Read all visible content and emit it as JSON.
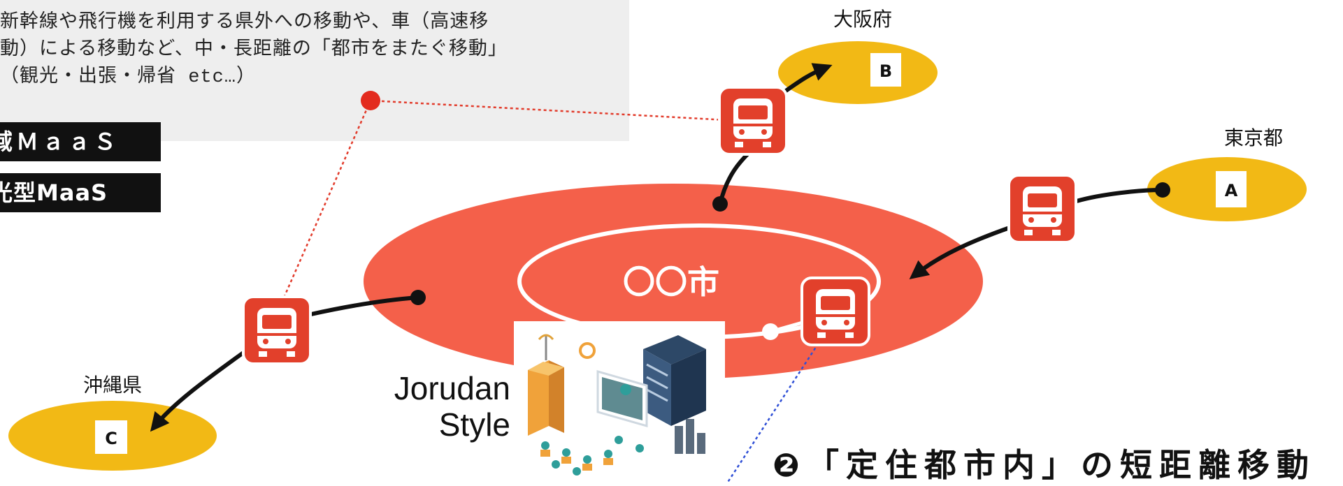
{
  "top_box": {
    "lines": [
      "新幹線や飛行機を利用する県外への移動や、車（高速移",
      "動）による移動など、中・長距離の「都市をまたぐ移動」",
      "（観光・出張・帰省 etc…）"
    ],
    "tags": [
      "域ＭａａＳ",
      "光型MaaS"
    ]
  },
  "center_city": "〇〇市",
  "cities": [
    {
      "id": "osaka",
      "name": "大阪府",
      "letter": "B"
    },
    {
      "id": "tokyo",
      "name": "東京都",
      "letter": "A"
    },
    {
      "id": "okinawa",
      "name": "沖縄県",
      "letter": "C"
    }
  ],
  "brand": {
    "line1": "Jorudan",
    "line2": "Style"
  },
  "bottom_caption": "❷「定住都市内」の短距離移動",
  "colors": {
    "city_core": "#f4604a",
    "destination": "#f2b915",
    "train_badge": "#e2402b",
    "textbox_bg": "#eeeeee",
    "link_red": "#e23b2b",
    "link_blue": "#2f4fd6"
  },
  "icons": [
    "train-icon",
    "city-building-illustration"
  ]
}
